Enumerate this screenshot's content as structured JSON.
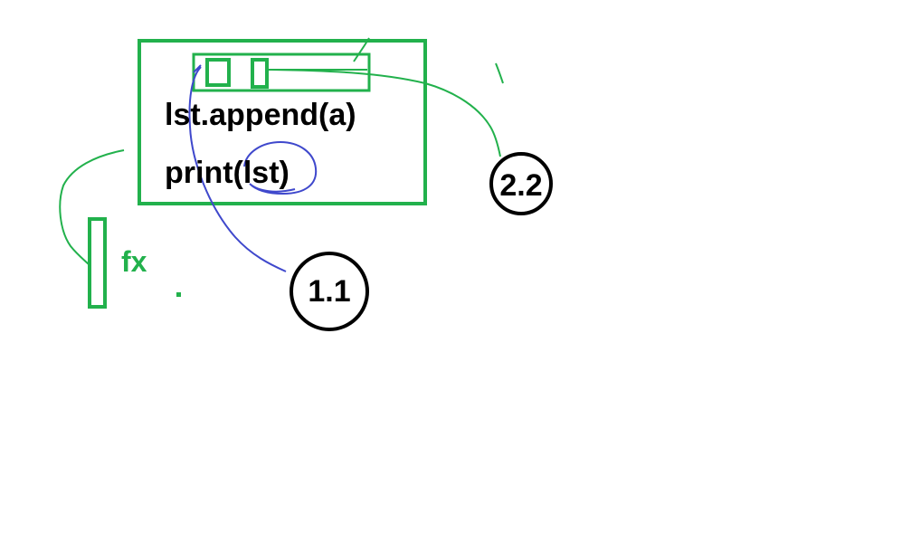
{
  "code": {
    "line1": "lst.append(a)",
    "line2": "print(lst)"
  },
  "side_label": "fx",
  "badges": {
    "left": "1.1",
    "right": "2.2"
  },
  "colors": {
    "green": "#22b14c",
    "blue": "#3f48cc",
    "black": "#000000",
    "background": "#ffffff"
  }
}
